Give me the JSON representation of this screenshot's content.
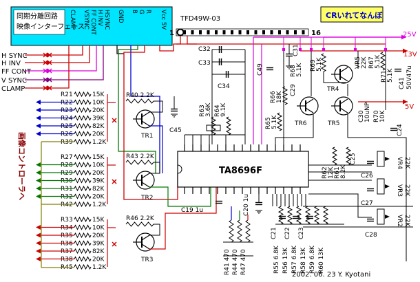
{
  "interface_box": {
    "line1": "同期分離回路",
    "line2": "映像インターフェース"
  },
  "interface_pins": [
    "CLAMP",
    "VSYNC",
    "FF CONT",
    "H INV",
    "HSYNC",
    "GND",
    "B",
    "G",
    "R",
    "Vcc 5V"
  ],
  "connector": {
    "name": "TFD49W-03",
    "pin_first": "1",
    "pin_last": "16"
  },
  "badge": "CRいれてなんぼ",
  "left_inputs": [
    "H SYNC",
    "H INV",
    "FF CONT",
    "V SYNC",
    "CLAMP"
  ],
  "vertical_label": "画像コントローラへ",
  "ladder1": {
    "rows": [
      {
        "ref": "R21",
        "val": "15K"
      },
      {
        "ref": "R22",
        "val": "10K"
      },
      {
        "ref": "R23",
        "val": "20K"
      },
      {
        "ref": "R24",
        "val": "39K"
      },
      {
        "ref": "R25",
        "val": "82K"
      },
      {
        "ref": "R26",
        "val": "20K"
      },
      {
        "ref": "R39",
        "val": "1.2K"
      }
    ]
  },
  "ladder2": {
    "rows": [
      {
        "ref": "R27",
        "val": "15K"
      },
      {
        "ref": "R28",
        "val": "10K"
      },
      {
        "ref": "R29",
        "val": "20K"
      },
      {
        "ref": "R30",
        "val": "39K"
      },
      {
        "ref": "R31",
        "val": "82K"
      },
      {
        "ref": "R32",
        "val": "20K"
      },
      {
        "ref": "R42",
        "val": "1.2K"
      }
    ]
  },
  "ladder3": {
    "rows": [
      {
        "ref": "R33",
        "val": "15K"
      },
      {
        "ref": "R34",
        "val": "10K"
      },
      {
        "ref": "R35",
        "val": "20K"
      },
      {
        "ref": "R36",
        "val": "39K"
      },
      {
        "ref": "R37",
        "val": "82K"
      },
      {
        "ref": "R38",
        "val": "20K"
      },
      {
        "ref": "R45",
        "val": "1.2K"
      }
    ]
  },
  "transistors": {
    "tr1": "TR1",
    "tr2": "TR2",
    "tr3": "TR3",
    "tr4": "TR4",
    "tr5": "TR5",
    "tr6": "TR6"
  },
  "base_resistors": {
    "r40": "R40 2.2K",
    "r43": "R43 2.2K",
    "r46": "R46 2.2K"
  },
  "ic": {
    "name": "TA8696F"
  },
  "caps_top": {
    "c32": "C32",
    "c33": "C33",
    "c34": "C34",
    "c31": "C31",
    "c49": "C49",
    "c45": "C45"
  },
  "mid_parts": {
    "r63": "R63",
    "r63v": "3.6K",
    "r64": "R64",
    "r64v": "9.1K"
  },
  "right_parts": {
    "r66": "R66",
    "r66v": "18K",
    "r68": "R68",
    "r68v": "5.1K",
    "c29": "C29",
    "r69": "R69",
    "r69v": "5.1K",
    "r65": "R65",
    "r65v": "5.1K",
    "r71": "R71",
    "r71v": "5.1K",
    "vr5": "VR5",
    "vr5v": "22K",
    "r67": "R67",
    "r67v": "5.1K",
    "c30": "C30",
    "c30v": "10uNP",
    "r70": "R70",
    "r70v": "10K",
    "c41": "C41",
    "c41v": "50V47u",
    "c24": "C24"
  },
  "rails": {
    "v25": "25V",
    "v13": "13V",
    "v5": "5V"
  },
  "right_lower": {
    "r62": "R62",
    "r62v": "12K",
    "r61": "R61",
    "r61v": "8.2K",
    "c25": "C25",
    "c26": "C26",
    "c27": "C27",
    "c28": "C28",
    "vr4": "VR4",
    "vr4v": "22K",
    "vr3": "VR3",
    "vr3v": "22K",
    "vr2": "VR2",
    "vr2v": "22K"
  },
  "bottom_caps": {
    "c19": "C19 1u",
    "c20": "C20 1u",
    "c21": "C21",
    "c22": "C22",
    "c23": "C23"
  },
  "bottom_res": [
    {
      "ref": "R41",
      "val": "470"
    },
    {
      "ref": "R44",
      "val": "470"
    },
    {
      "ref": "R47",
      "val": "470"
    }
  ],
  "bottom_right_res": [
    {
      "ref": "R55",
      "val": "6.8K"
    },
    {
      "ref": "R56",
      "val": "13K"
    },
    {
      "ref": "R57",
      "val": "6.8K"
    },
    {
      "ref": "R58",
      "val": "13K"
    },
    {
      "ref": "R59",
      "val": "6.8K"
    },
    {
      "ref": "R60",
      "val": "13K"
    }
  ],
  "footer": "2002. 06. 23 Y. Kyotani",
  "colors": {
    "red": "#cc0000",
    "blue": "#0000cc",
    "green": "#007700",
    "magenta": "#dd00dd",
    "purple": "#800080",
    "olive": "#808000",
    "navy": "#000080",
    "cyan": "#00e5ff",
    "yellow": "#ffff66"
  }
}
